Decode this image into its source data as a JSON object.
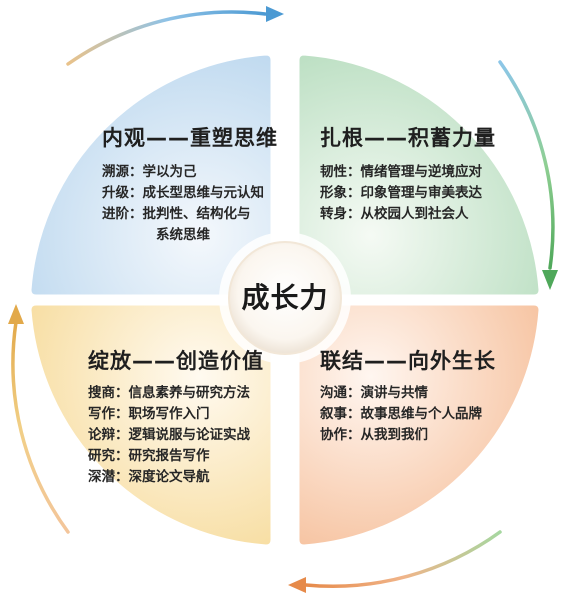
{
  "center": {
    "title": "成长力"
  },
  "quadrants": {
    "top_left": {
      "title": "内观——重塑思维",
      "items": [
        {
          "label": "溯源：",
          "value": "学以为己"
        },
        {
          "label": "升级：",
          "value": "成长型思维与元认知"
        },
        {
          "label": "进阶：",
          "value": "批判性、结构化与",
          "continuation": "系统思维"
        }
      ],
      "color": "#cfe2f3"
    },
    "top_right": {
      "title": "扎根——积蓄力量",
      "items": [
        {
          "label": "韧性：",
          "value": "情绪管理与逆境应对"
        },
        {
          "label": "形象：",
          "value": "印象管理与审美表达"
        },
        {
          "label": "转身：",
          "value": "从校园人到社会人"
        }
      ],
      "color": "#cfe9d3"
    },
    "bottom_left": {
      "title": "绽放——创造价值",
      "items": [
        {
          "label": "搜商：",
          "value": "信息素养与研究方法"
        },
        {
          "label": "写作：",
          "value": "职场写作入门"
        },
        {
          "label": "论辩：",
          "value": "逻辑说服与论证实战"
        },
        {
          "label": "研究：",
          "value": "研究报告写作"
        },
        {
          "label": "深潜：",
          "value": "深度论文导航"
        }
      ],
      "color": "#fbe6b8"
    },
    "bottom_right": {
      "title": "联结——向外生长",
      "items": [
        {
          "label": "沟通：",
          "value": "演讲与共情"
        },
        {
          "label": "叙事：",
          "value": "故事思维与个人品牌"
        },
        {
          "label": "协作：",
          "value": "从我到我们"
        }
      ],
      "color": "#fad4bd"
    }
  },
  "arrow_colors": {
    "top": "#5aa4d6",
    "right": "#6fb86f",
    "bottom": "#e99a55",
    "left": "#e9b95a"
  }
}
